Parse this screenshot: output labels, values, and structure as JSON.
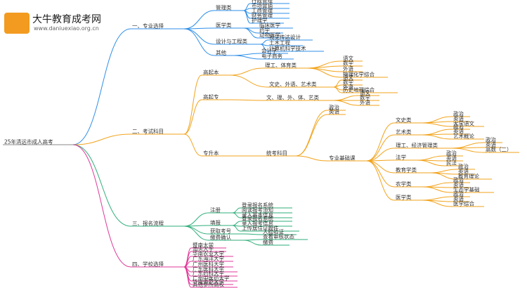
{
  "brand": {
    "title": "大牛教育成考网",
    "url": "www.daniuexiao.org.cn"
  },
  "colors": {
    "blue": "#2f8fe8",
    "orange": "#f2a31b",
    "green": "#2fae7a",
    "pink": "#e0389a",
    "brand": "#f29b20"
  },
  "root": "25年清远市成人高考",
  "branches": [
    {
      "label": "一、专业选择",
      "children": [
        {
          "label": "管理类",
          "children": [
            "行政管理",
            "市场营销",
            "工商管理",
            "财务管理",
            "护理学"
          ]
        },
        {
          "label": "医学类",
          "children": [
            "临床医学",
            "药学",
            "动物医学"
          ]
        },
        {
          "label": "设计与工程类",
          "children": [
            "视觉传达设计",
            "土木工程",
            "计算机科学技术"
          ]
        },
        {
          "label": "其他",
          "children": [
            "会计学",
            "电子商务"
          ]
        }
      ]
    },
    {
      "label": "二、考试科目",
      "children": [
        {
          "label": "高起本",
          "children": [
            {
              "label": "理工、体育类",
              "children": [
                "语文",
                "数学",
                "外语",
                "物理化学综合"
              ]
            },
            {
              "label": "文史、外语、艺术类",
              "children": [
                "语文",
                "数学",
                "外语",
                "历史地理综合"
              ]
            }
          ]
        },
        {
          "label": "高起专",
          "children": [
            {
              "label": "文、理、外、体、艺类",
              "children": [
                "语文",
                "数学",
                "外语"
              ]
            }
          ]
        },
        {
          "label": "专升本",
          "children": [
            {
              "label": "统考科目",
              "children": [
                "政治",
                "英语",
                {
                  "label": "专业基础课",
                  "children": [
                    {
                      "label": "文史类",
                      "children": [
                        "政治",
                        "英语",
                        "大学语文"
                      ]
                    },
                    {
                      "label": "艺术类",
                      "children": [
                        "政治",
                        "英语",
                        "艺术概论"
                      ]
                    },
                    {
                      "label": "理工、经济管理类",
                      "children": [
                        "政治",
                        "英语",
                        "高数（二）"
                      ]
                    },
                    {
                      "label": "法学",
                      "children": [
                        "政治",
                        "英语",
                        "民法"
                      ]
                    },
                    {
                      "label": "教育学类",
                      "children": [
                        "政治",
                        "英语",
                        "教育理论"
                      ]
                    },
                    {
                      "label": "农学类",
                      "children": [
                        "政治",
                        "英语",
                        "生态学基础"
                      ]
                    },
                    {
                      "label": "医学类",
                      "children": [
                        "政治",
                        "英语",
                        "医学综合"
                      ]
                    }
                  ]
                }
              ]
            }
          ]
        }
      ]
    },
    {
      "label": "三、报名流程",
      "children": [
        {
          "label": "注册",
          "children": [
            "登录报名系统",
            "阅读报考须知",
            "录入基本信息"
          ]
        },
        {
          "label": "填报",
          "children": [
            "登录报名系统",
            "录入报考信息",
            "上传居住证附件"
          ]
        },
        {
          "label": "获取考号",
          "children": [
            "人脸验证"
          ]
        },
        {
          "label": "缴费确认",
          "children": [
            "查看审核状态",
            "缴费"
          ]
        }
      ]
    },
    {
      "label": "四、学校选择",
      "children": [
        "暨南大学",
        "汕头大学",
        "华南农业大学",
        "广东海洋大学",
        "广州医科大学",
        "广东医科大学",
        "广东药科大学",
        "广州中医药大学",
        "华南师范大学",
        "其他参所高校"
      ]
    }
  ]
}
